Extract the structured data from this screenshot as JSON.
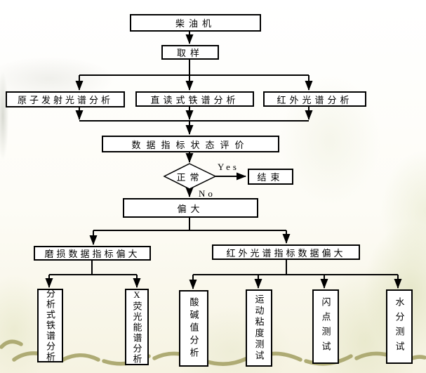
{
  "diagram_title": "diesel engine oil spectral analysis decision flowchart",
  "colors": {
    "line": "#000000",
    "box_fill": "#ffffff",
    "squiggle": "#aeab74",
    "background_cream": "#f6f3e2"
  },
  "nodes": {
    "diesel_engine": "柴油机",
    "sampling": "取样",
    "atomic_emission": "原子发射光谱分析",
    "direct_ferrography": "直读式铁谱分析",
    "infrared_spectrum": "红外光谱分析",
    "evaluation": "数据指标状态评价",
    "normal": "正常",
    "end": "结束",
    "excessive": "偏大",
    "wear_excessive": "磨损数据指标偏大",
    "ir_excessive": "红外光谱指标数据偏大",
    "analytical_ferrography": "分析式铁谱分析",
    "xray_fluorescence": "X荧光能谱分析",
    "acid_base": "酸碱值分析",
    "viscosity": "运动粘度测试",
    "flash_point": "闪点测试",
    "moisture": "水分测试"
  },
  "labels": {
    "yes": "Yes",
    "no": "No"
  }
}
